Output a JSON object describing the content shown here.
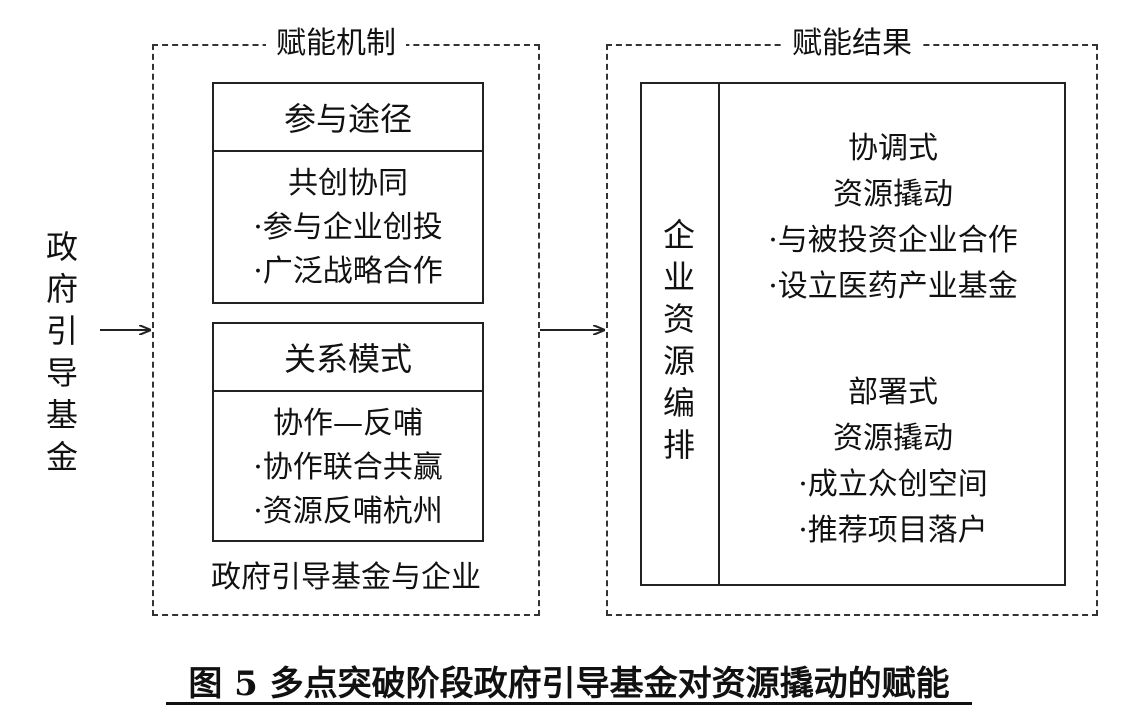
{
  "left_label": [
    "政",
    "府",
    "引",
    "导",
    "基",
    "金"
  ],
  "mechanism": {
    "title": "赋能机制",
    "path_box": {
      "header": "参与途径",
      "subtitle": "共创协同",
      "items": [
        "·参与企业创投",
        "·广泛战略合作"
      ]
    },
    "relation_box": {
      "header": "关系模式",
      "subtitle": "协作—反哺",
      "items": [
        "·协作联合共赢",
        "·资源反哺杭州"
      ]
    },
    "footer": "政府引导基金与企业"
  },
  "result": {
    "title": "赋能结果",
    "side_label": [
      "企",
      "业",
      "资",
      "源",
      "编",
      "排"
    ],
    "coordinated": {
      "title_lines": [
        "协调式",
        "资源撬动"
      ],
      "items": [
        "·与被投资企业合作",
        "·设立医药产业基金"
      ]
    },
    "deployed": {
      "title_lines": [
        "部署式",
        "资源撬动"
      ],
      "items": [
        "·成立众创空间",
        "·推荐项目落户"
      ]
    }
  },
  "caption": "图 5  多点突破阶段政府引导基金对资源撬动的赋能"
}
